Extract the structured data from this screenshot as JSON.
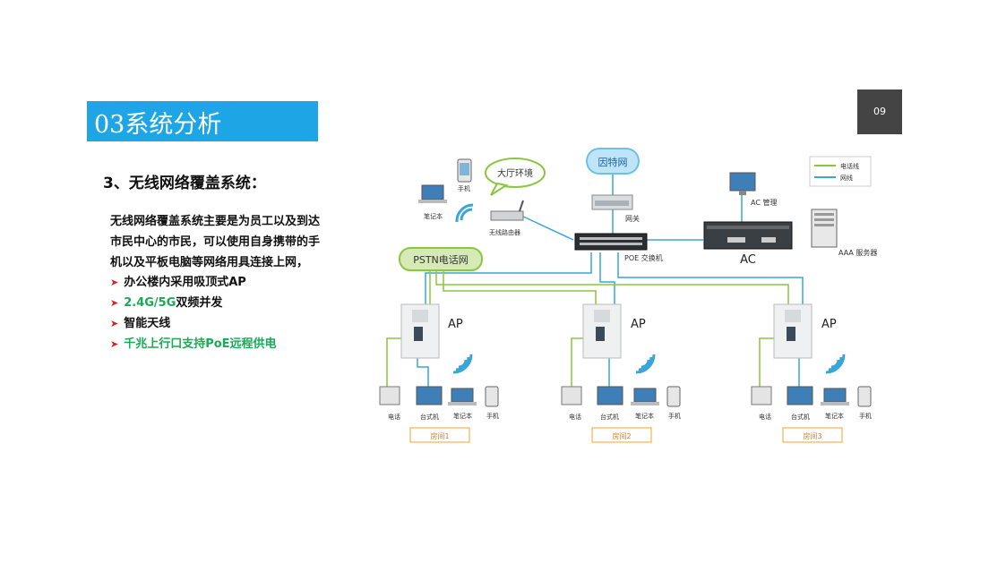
{
  "title": "03系统分析",
  "page_number": "09",
  "heading": "3、无线网络覆盖系统：",
  "description_lines": [
    "无线网络覆盖系统主要是为员工以及到达",
    "市民中心的市民，可以使用自身携带的手",
    "机以及平板电脑等网络用具连接上网，"
  ],
  "bullets": [
    {
      "prefix": "",
      "text": "办公楼内采用吸顶式AP"
    },
    {
      "prefix": "2.4G/5G",
      "text": "双频并发"
    },
    {
      "prefix": "",
      "text": "智能天线"
    },
    {
      "prefix": "",
      "text": "千兆上行口支持PoE远程供电"
    }
  ],
  "diagram": {
    "internet": "因特网",
    "hall": "大厅环境",
    "gateway": "网关",
    "wireless_router": "无线路由器",
    "phone_top": "手机",
    "laptop_top": "笔记本",
    "poe_switch": "POE 交换机",
    "pstn": "PSTN电话网",
    "ac_manage": "AC 管理",
    "ac": "AC",
    "aaa_server": "AAA 服务器",
    "legend": {
      "phone_line": "电话线",
      "network_line": "网线"
    },
    "ap_label": "AP",
    "devices": [
      "电话",
      "台式机",
      "笔记本",
      "手机"
    ],
    "rooms": [
      "房间1",
      "房间2",
      "房间3"
    ]
  },
  "colors": {
    "accent": "#1da5e6",
    "phone_line": "#8cc63f",
    "network_line": "#3aa6d8",
    "arrow": "#e02020",
    "highlight": "#1aaa55"
  }
}
